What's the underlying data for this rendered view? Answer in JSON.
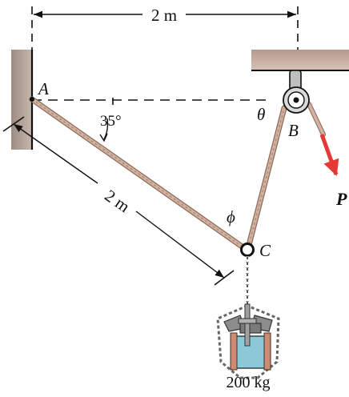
{
  "labels": {
    "top_dimension": "2 m",
    "angle_35": "35°",
    "point_A": "A",
    "point_B": "B",
    "point_C": "C",
    "theta": "θ",
    "phi": "ϕ",
    "slant_dimension": "2 m",
    "force_P": "P",
    "mass": "200 kg"
  },
  "colors": {
    "wall": "#b5a59a",
    "wall_dark": "#8d7f76",
    "ceiling": "#c8aea2",
    "rope": "#c8a896",
    "rope_edge": "#8b6a5a",
    "force": "#e53935",
    "line": "#111111"
  }
}
